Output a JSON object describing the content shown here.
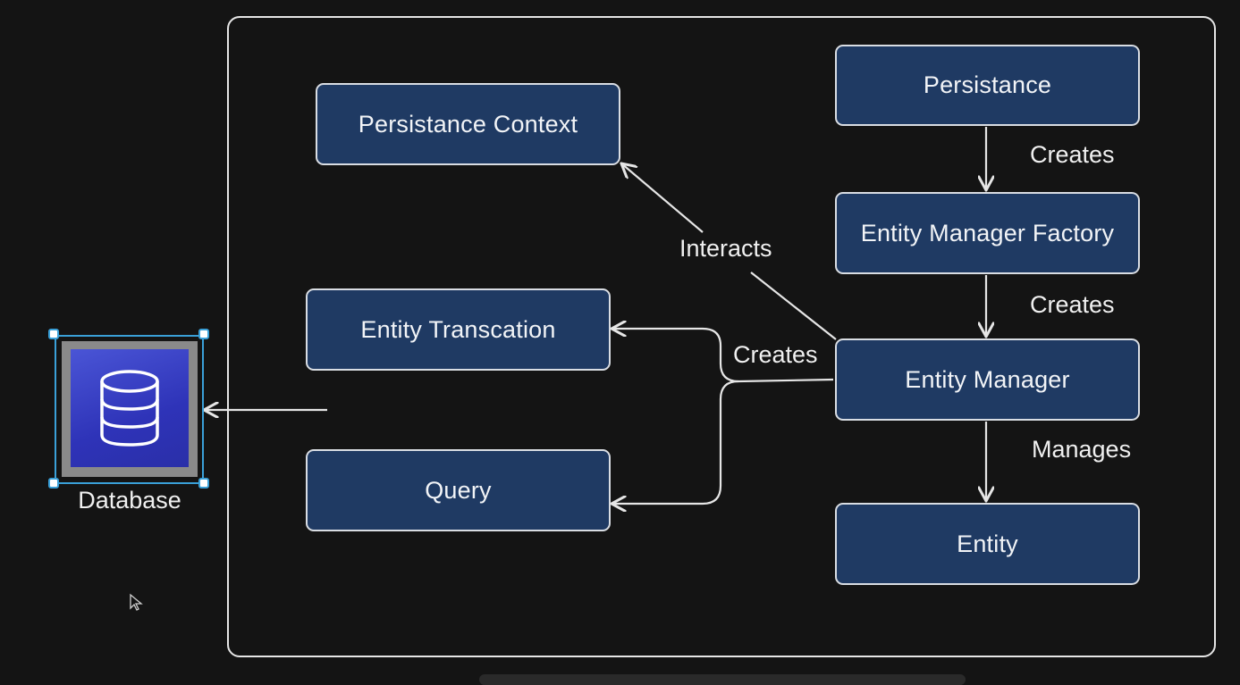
{
  "nodes": {
    "persistance": "Persistance",
    "entity_manager_factory": "Entity Manager Factory",
    "entity_manager": "Entity Manager",
    "entity": "Entity",
    "persistance_context": "Persistance Context",
    "entity_transaction": "Entity Transcation",
    "query": "Query"
  },
  "edge_labels": {
    "creates_factory": "Creates",
    "creates_manager": "Creates",
    "manages": "Manages",
    "interacts": "Interacts",
    "creates_tx_query": "Creates"
  },
  "database": {
    "label": "Database",
    "icon": "database-icon"
  },
  "colors": {
    "background": "#141414",
    "node_fill": "#1f3a63",
    "node_border": "#d9dde3",
    "db_icon_fill": "#3438c2",
    "selection": "#3aa0d8"
  }
}
